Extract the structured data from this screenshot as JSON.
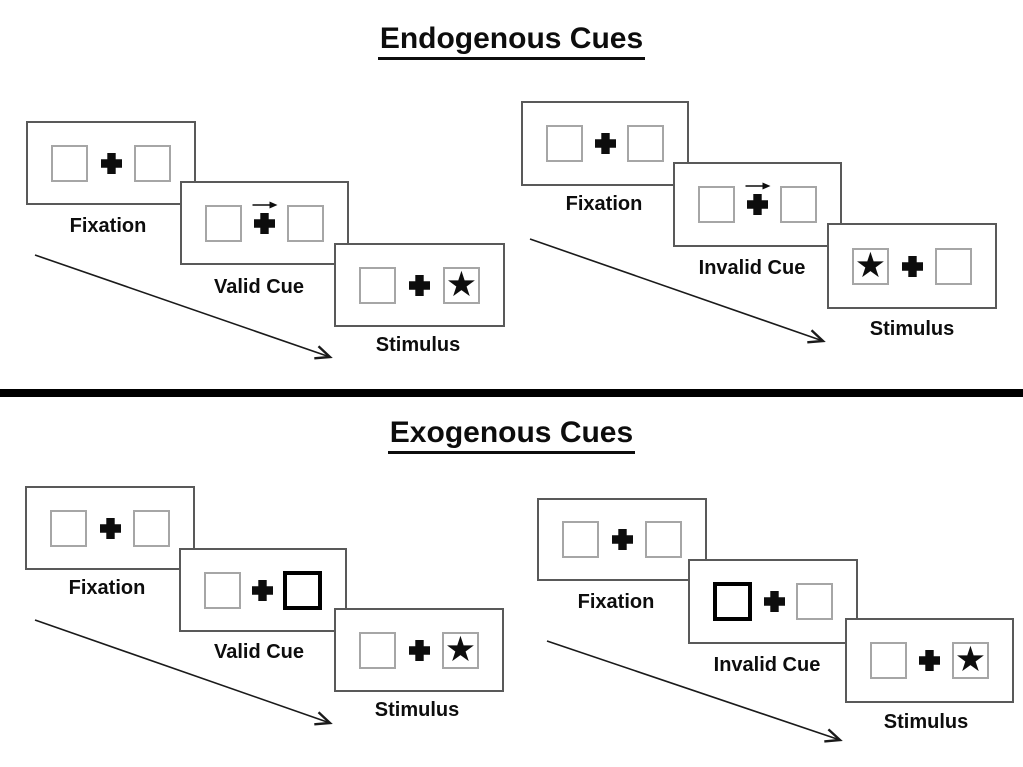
{
  "glyphs": {
    "star": "★"
  },
  "colors": {
    "background": "#ffffff",
    "panel_border": "#595959",
    "box_border": "#a6a6a6",
    "cue_box_border": "#000000",
    "ink": "#0d0d0d",
    "divider": "#000000"
  },
  "sections": [
    {
      "title": "Endogenous Cues",
      "sequences": [
        {
          "name": "valid",
          "steps": [
            {
              "label": "Fixation"
            },
            {
              "label": "Valid Cue",
              "cue": "central-arrow-right"
            },
            {
              "label": "Stimulus",
              "target_side": "right"
            }
          ]
        },
        {
          "name": "invalid",
          "steps": [
            {
              "label": "Fixation"
            },
            {
              "label": "Invalid Cue",
              "cue": "central-arrow-right"
            },
            {
              "label": "Stimulus",
              "target_side": "left"
            }
          ]
        }
      ]
    },
    {
      "title": "Exogenous Cues",
      "sequences": [
        {
          "name": "valid",
          "steps": [
            {
              "label": "Fixation"
            },
            {
              "label": "Valid Cue",
              "cue": "peripheral-box-right"
            },
            {
              "label": "Stimulus",
              "target_side": "right"
            }
          ]
        },
        {
          "name": "invalid",
          "steps": [
            {
              "label": "Fixation"
            },
            {
              "label": "Invalid Cue",
              "cue": "peripheral-box-left"
            },
            {
              "label": "Stimulus",
              "target_side": "right"
            }
          ]
        }
      ]
    }
  ]
}
